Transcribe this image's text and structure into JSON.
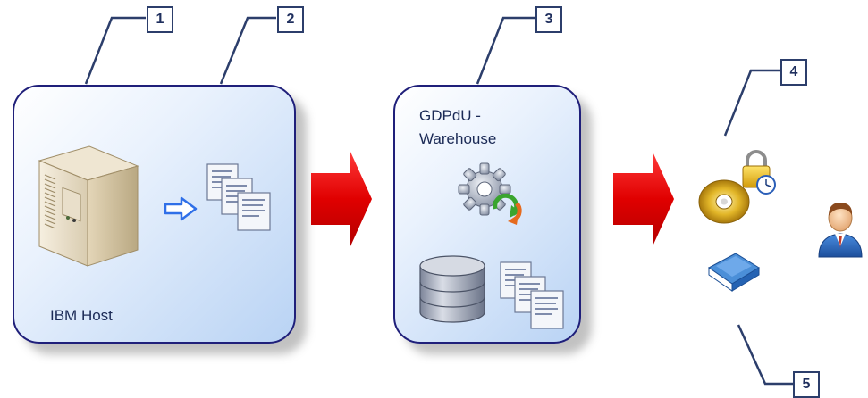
{
  "diagram": {
    "panels": [
      {
        "id": "ibm-host",
        "label": "IBM Host"
      },
      {
        "id": "gdpdu-warehouse",
        "label_line1": "GDPdU -",
        "label_line2": "Warehouse"
      }
    ],
    "callouts": [
      "1",
      "2",
      "3",
      "4",
      "5"
    ],
    "colors": {
      "panel_border": "#1f1f7a",
      "arrow_red": "#e01010",
      "callout_line": "#2c3e6b",
      "transfer_arrow": "#2f6fe8"
    },
    "icons": [
      "server-icon",
      "transfer-arrow-icon",
      "documents-icon",
      "gear-icon",
      "database-icon",
      "cd-lock-icon",
      "book-icon",
      "user-icon"
    ]
  }
}
